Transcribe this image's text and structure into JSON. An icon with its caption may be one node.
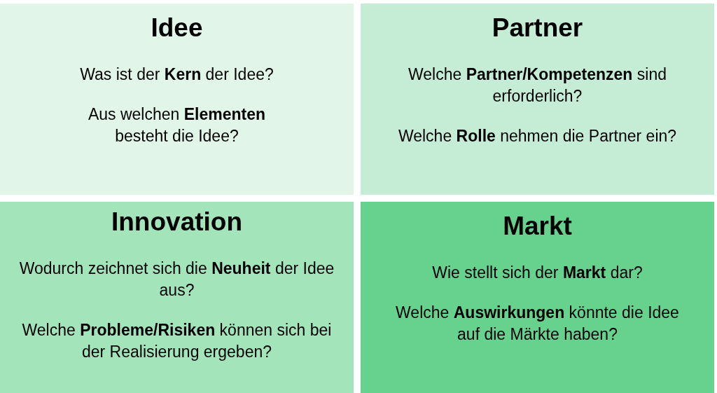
{
  "diagram": {
    "nodes": [
      {
        "text": [
          "Idee",
          "Was ist der **Kern** der Idee?",
          "Aus welchen **Elementen** besteht die Idee?"
        ]
      },
      {
        "text": [
          "Partner",
          "Welche **Partner/Kompetenzen** sind erforderlich?",
          "Welche **Rolle** nehmen die Partner ein?"
        ]
      },
      {
        "text": [
          "Innovation",
          "Wodurch zeichnet sich die **Neuheit** der Idee aus?",
          "Welche **Probleme/Risiken** können sich bei der Realisierung ergeben?"
        ]
      },
      {
        "text": [
          "Markt",
          "Wie stellt sich der **Markt** dar?",
          "Welche **Auswirkungen** könnte die Idee auf die Märkte haben?"
        ]
      }
    ]
  }
}
